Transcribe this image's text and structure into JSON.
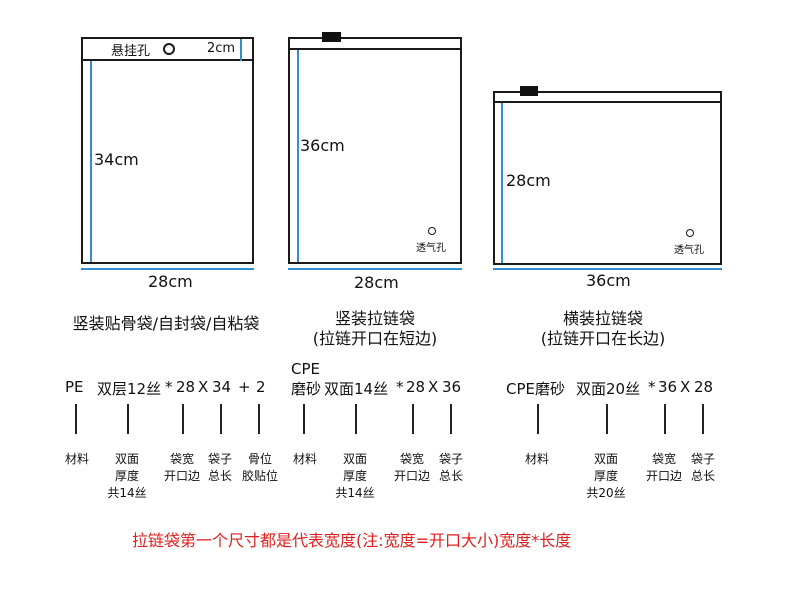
{
  "bag1": {
    "hole_label": "悬挂孔",
    "strip_label": "2cm",
    "height_label": "34cm",
    "width_label": "28cm"
  },
  "bag2": {
    "height_label": "36cm",
    "vent_label": "透气孔",
    "width_label": "28cm"
  },
  "bag3": {
    "height_label": "28cm",
    "vent_label": "透气孔",
    "width_label": "36cm"
  },
  "titles": {
    "t1": "竖装贴骨袋/自封袋/自粘袋",
    "t2_line1": "竖装拉链袋",
    "t2_line2": "(拉链开口在短边)",
    "t3_line1": "横装拉链袋",
    "t3_line2": "(拉链开口在长边)"
  },
  "spec1": {
    "material": "PE",
    "layer": "双层12丝",
    "star": "*",
    "w": "28",
    "x": "X",
    "h": "34",
    "plus": "+",
    "extra": "2"
  },
  "spec2": {
    "material_top": "CPE",
    "material_bottom": "磨砂",
    "layer": "双面14丝",
    "star": "*",
    "w": "28",
    "x": "X",
    "h": "36"
  },
  "spec3": {
    "material": "CPE磨砂",
    "layer": "双面20丝",
    "star": "*",
    "w": "36",
    "x": "X",
    "h": "28"
  },
  "labels1": {
    "material": "材料",
    "thick_1": "双面",
    "thick_2": "厚度",
    "thick_3": "共14丝",
    "width_1": "袋宽",
    "width_2": "开口边",
    "len_1": "袋子",
    "len_2": "总长",
    "bone_1": "骨位",
    "bone_2": "胶贴位"
  },
  "labels2": {
    "material": "材料",
    "thick_1": "双面",
    "thick_2": "厚度",
    "thick_3": "共14丝",
    "width_1": "袋宽",
    "width_2": "开口边",
    "len_1": "袋子",
    "len_2": "总长"
  },
  "labels3": {
    "material": "材料",
    "thick_1": "双面",
    "thick_2": "厚度",
    "thick_3": "共20丝",
    "width_1": "袋宽",
    "width_2": "开口边",
    "len_1": "袋子",
    "len_2": "总长"
  },
  "note": "拉链袋第一个尺寸都是代表宽度(注:宽度=开口大小)宽度*长度",
  "colors": {
    "dimension_line": "#2f8fd0",
    "note": "#e02020",
    "outline": "#1a1a1a"
  }
}
